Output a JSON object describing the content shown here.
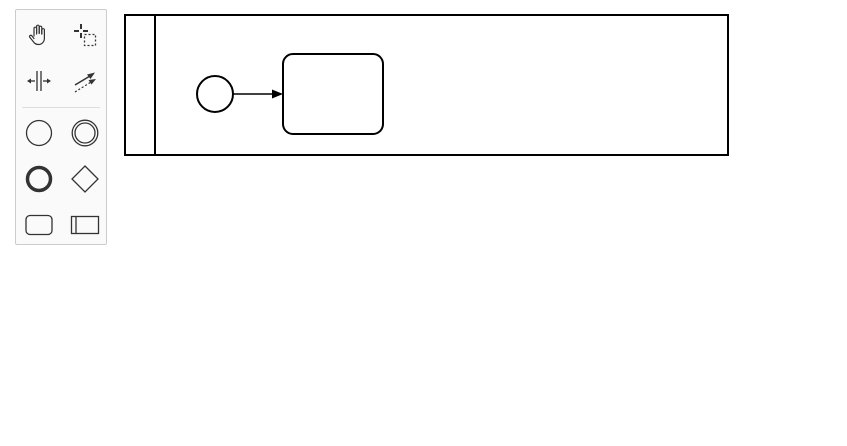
{
  "palette": {
    "tools": [
      {
        "id": "hand-tool",
        "icon": "hand-icon"
      },
      {
        "id": "lasso-tool",
        "icon": "lasso-icon"
      },
      {
        "id": "space-tool",
        "icon": "space-icon"
      },
      {
        "id": "global-connect-tool",
        "icon": "connect-icon"
      }
    ],
    "elements": [
      {
        "id": "create-start-event",
        "icon": "start-event-icon"
      },
      {
        "id": "create-intermediate-event",
        "icon": "intermediate-event-icon"
      },
      {
        "id": "create-end-event",
        "icon": "end-event-icon"
      },
      {
        "id": "create-gateway",
        "icon": "gateway-icon"
      },
      {
        "id": "create-task",
        "icon": "task-icon"
      },
      {
        "id": "create-pool",
        "icon": "participant-icon"
      }
    ]
  },
  "diagram": {
    "participant": {
      "label": ""
    },
    "start_event": {
      "label": ""
    },
    "task": {
      "label": ""
    },
    "sequence_flow": {
      "label": ""
    }
  },
  "colors": {
    "stroke": "#000000",
    "icon": "#333333",
    "palette_bg": "#fafafa",
    "palette_border": "#cccccc"
  }
}
